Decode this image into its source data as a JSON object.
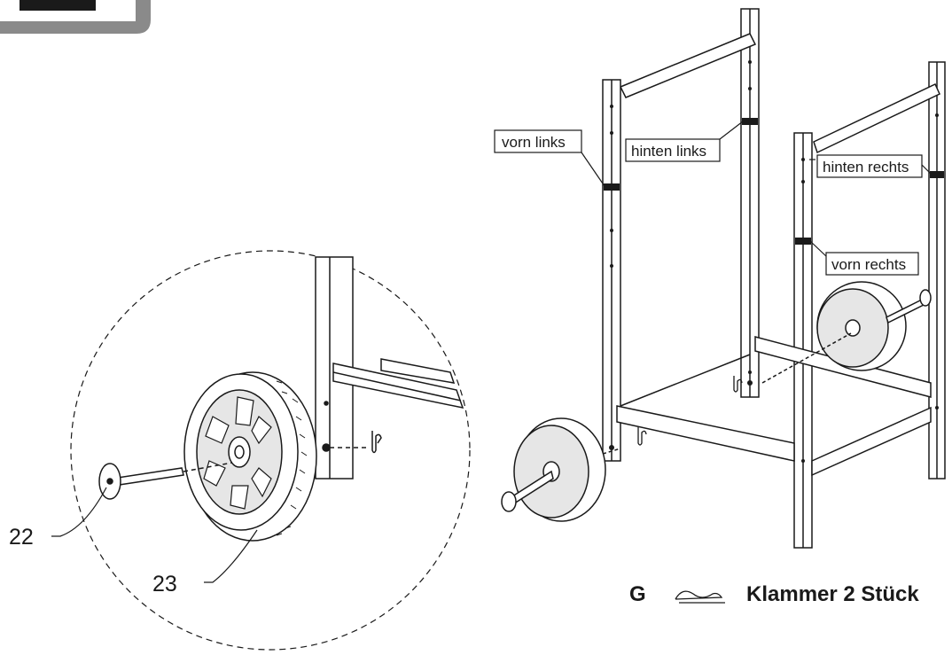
{
  "step_badge": {
    "color": "#8a8a8a"
  },
  "labels": {
    "vorn_links": "vorn links",
    "hinten_links": "hinten links",
    "hinten_rechts": "hinten rechts",
    "vorn_rechts": "vorn rechts"
  },
  "callouts": {
    "axle_part": "22",
    "wheel_part": "23"
  },
  "legend": {
    "letter": "G",
    "icon": "clip-icon",
    "text": "Klammer 2 Stück"
  },
  "colors": {
    "line": "#1a1a1a",
    "fill": "#ffffff",
    "shade": "#cfcfcf"
  }
}
